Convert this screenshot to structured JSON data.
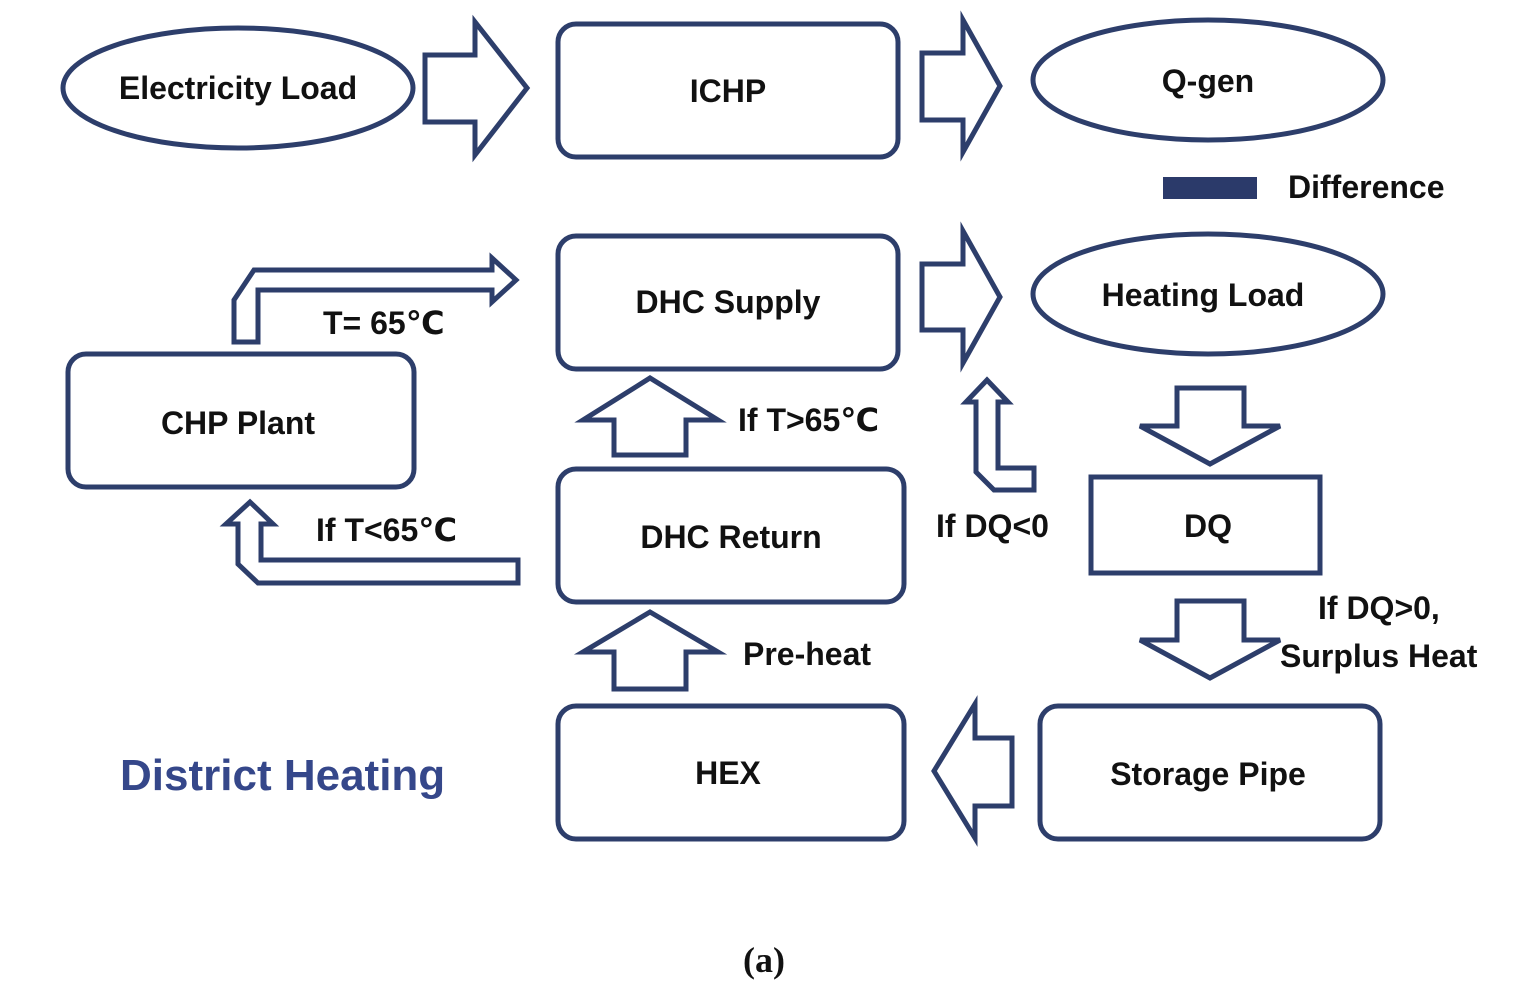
{
  "colors": {
    "outline": "#2d3e6b",
    "legend_swatch": "#2b3a6a",
    "title": "#35478a"
  },
  "nodes": {
    "electricity_load": "Electricity Load",
    "ichp": "ICHP",
    "q_gen": "Q-gen",
    "dhc_supply": "DHC Supply",
    "heating_load": "Heating Load",
    "chp_plant": "CHP Plant",
    "dhc_return": "DHC Return",
    "dq": "DQ",
    "hex": "HEX",
    "storage_pipe": "Storage Pipe"
  },
  "edges": {
    "t_equals": "T= 65℃",
    "if_t_greater": "If T>65℃",
    "if_t_less": "If T<65℃",
    "if_dq_less": "If DQ<0",
    "if_dq_greater_line1": "If DQ>0,",
    "if_dq_greater_line2": "Surplus Heat",
    "pre_heat": "Pre-heat"
  },
  "legend": {
    "difference": "Difference"
  },
  "title": "District Heating",
  "caption": "(a)"
}
